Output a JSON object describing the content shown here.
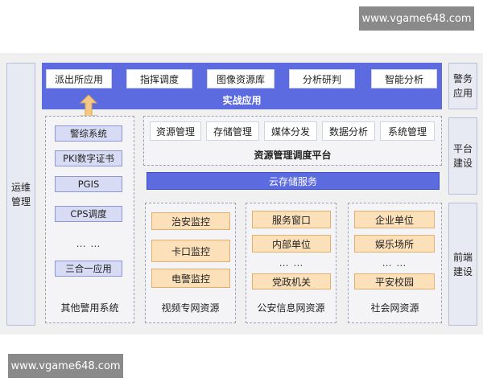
{
  "watermark_top": "www.vgame648.com",
  "watermark_bottom": "www.vgame648.com",
  "left_side": {
    "line1": "运维",
    "line2": "管理"
  },
  "right_side": [
    {
      "line1": "警务",
      "line2": "应用"
    },
    {
      "line1": "平台",
      "line2": "建设"
    },
    {
      "line1": "前端",
      "line2": "建设"
    }
  ],
  "combat": {
    "title": "实战应用",
    "items": [
      "派出所应用",
      "指挥调度",
      "图像资源库",
      "分析研判",
      "智能分析"
    ]
  },
  "other_police": {
    "title": "其他警用系统",
    "items": [
      "警综系统",
      "PKI数字证书",
      "PGIS",
      "CPS调度"
    ],
    "ellipsis": "… …",
    "last": "三合一应用"
  },
  "platform": {
    "title": "资源管理调度平台",
    "items": [
      "资源管理",
      "存储管理",
      "媒体分发",
      "数据分析",
      "系统管理"
    ]
  },
  "cloud": {
    "label": "云存储服务"
  },
  "video_net": {
    "title": "视频专网资源",
    "items": [
      "治安监控",
      "卡口监控",
      "电警监控"
    ]
  },
  "police_net": {
    "title": "公安信息网资源",
    "items": [
      "服务窗口",
      "内部单位"
    ],
    "ellipsis": "… …",
    "last": "党政机关"
  },
  "social_net": {
    "title": "社会网资源",
    "items": [
      "企业单位",
      "娱乐场所"
    ],
    "ellipsis": "… …",
    "last": "平安校园"
  },
  "colors": {
    "accent_blue": "#5d6be0",
    "light_blue": "#d7dbf3",
    "orange": "#fbe0b9",
    "arrow": "#f3c98a"
  }
}
